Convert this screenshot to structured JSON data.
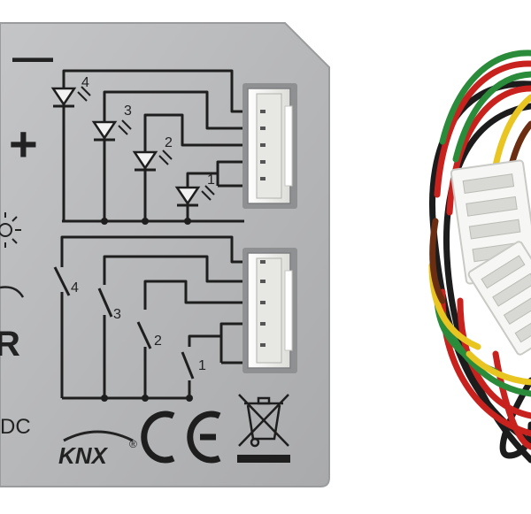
{
  "module": {
    "minus_sign": "—",
    "plus_sign": "+",
    "led_numbers": [
      "4",
      "3",
      "2",
      "1"
    ],
    "switch_numbers": [
      "4",
      "3",
      "2",
      "1"
    ],
    "r_letter": "R",
    "dc_text": "DC",
    "knx_text": "KNX",
    "registered_mark": "®",
    "ce_text": "CE",
    "body_color": "#b7b8ba",
    "trace_color": "#1e1e1e",
    "connector_color": "#f3f3f1"
  },
  "wires": {
    "colors": [
      "#c8221e",
      "#2a8b3a",
      "#e8c521",
      "#6b2e12",
      "#1c1c1c"
    ]
  }
}
